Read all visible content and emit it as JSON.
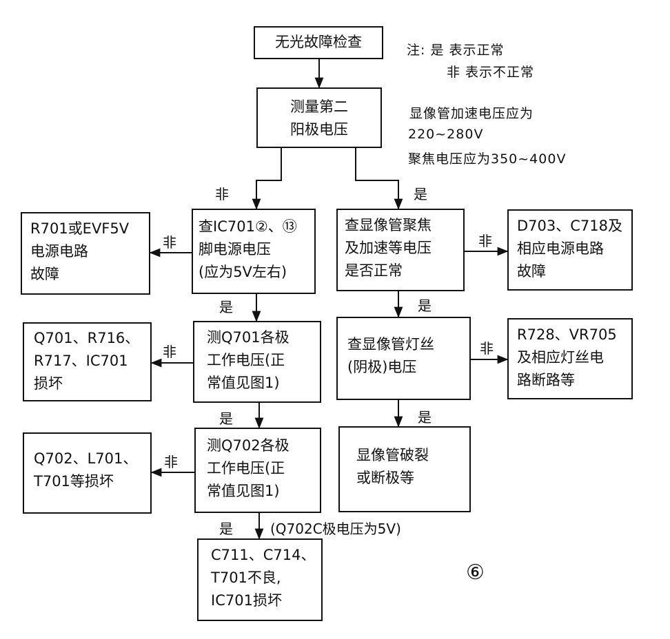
{
  "nodes": {
    "start": [
      "无光故障检查"
    ],
    "measure_g2": [
      "测量第二",
      "阳极电压"
    ],
    "check_ic701": [
      "查IC701②、⑬",
      "脚电源电压",
      "(应为5V左右)"
    ],
    "fault_5v": [
      "R701或EVF5V",
      "电源电路",
      "故障"
    ],
    "check_focus": [
      "查显像管聚焦",
      "及加速等电压",
      "是否正常"
    ],
    "fault_focus": [
      "D703、C718及",
      "相应电源电路",
      "故障"
    ],
    "measure_q701": [
      "测Q701各极",
      "工作电压(正",
      "常值见图1)"
    ],
    "fault_q701": [
      "Q701、R716、",
      "R717、IC701",
      "损坏"
    ],
    "check_filament": [
      "查显像管灯丝",
      "(阴极)电压"
    ],
    "fault_filament": [
      "R728、VR705",
      "及相应灯丝电",
      "路断路等"
    ],
    "measure_q702": [
      "测Q702各极",
      "工作电压(正",
      "常值见图1)"
    ],
    "fault_q702": [
      "Q702、L701、",
      "T701等损坏"
    ],
    "fault_crt": [
      "显像管破裂",
      "或断极等"
    ],
    "fault_final": [
      "C711、C714、",
      "T701不良,",
      "IC701损坏"
    ]
  },
  "labels": {
    "yes": "是",
    "no": "非",
    "q702_note": "(Q702C极电压为5V)"
  },
  "notes": {
    "legend_line1": "注:  是  表示正常",
    "legend_line2": "非  表示不正常",
    "spec_line1": "显像管加速电压应为",
    "spec_line2": "220~280V",
    "spec_line3": "聚焦电压应为350~400V"
  },
  "figure_number": "⑥"
}
